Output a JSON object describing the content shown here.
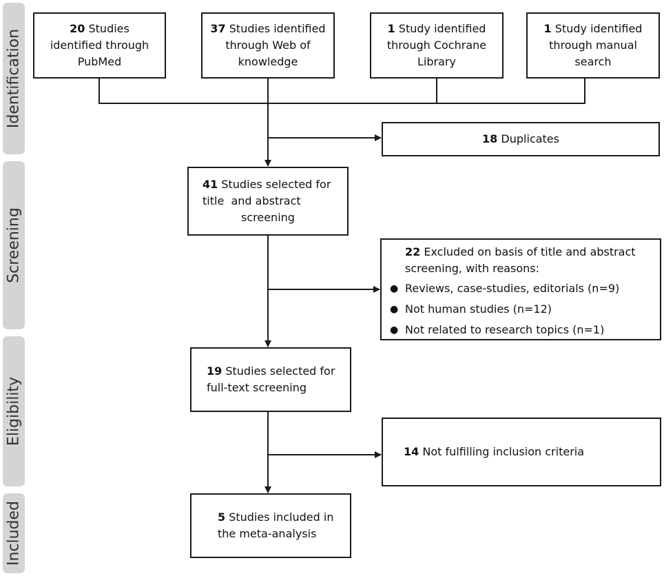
{
  "stages": {
    "identification": "Identification",
    "screening": "Screening",
    "eligibility": "Eligibility",
    "included": "Included"
  },
  "sources": [
    {
      "count": "20",
      "line1_rest": "Studies",
      "line2": "identified through",
      "line3": "PubMed"
    },
    {
      "count": "37",
      "line1_rest": "Studies identified",
      "line2": "through Web of",
      "line3": "knowledge"
    },
    {
      "count": "1",
      "line1_rest": "Study identified",
      "line2": "through Cochrane",
      "line3": "Library"
    },
    {
      "count": "1",
      "line1_rest": "Study identified",
      "line2": "through manual",
      "line3": "search"
    }
  ],
  "duplicates": {
    "count": "18",
    "label": "Duplicates"
  },
  "selected_title_abstract": {
    "count": "41",
    "line1_rest": "Studies selected for",
    "line2": "title  and abstract",
    "line3": "screening"
  },
  "excluded_title_abstract": {
    "count": "22",
    "line1_rest": "Excluded on basis of title and abstract",
    "line2": "screening, with reasons:",
    "reasons": [
      "Reviews, case-studies, editorials (n=9)",
      "Not human studies (n=12)",
      "Not related to research topics (n=1)"
    ]
  },
  "selected_full_text": {
    "count": "19",
    "line1_rest": "Studies selected for",
    "line2": "full-text screening"
  },
  "not_fulfilling": {
    "count": "14",
    "label": "Not fulfilling inclusion criteria"
  },
  "included": {
    "count": "5",
    "line1_rest": "Studies included in",
    "line2": "the meta-analysis"
  },
  "colors": {
    "stage_tab": "#d4d4d4",
    "line": "#1a1a1a"
  }
}
